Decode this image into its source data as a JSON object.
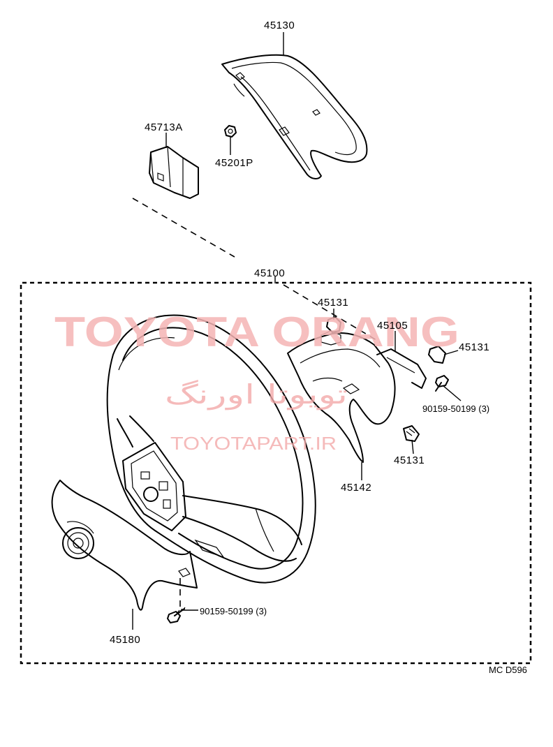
{
  "watermark": {
    "brand": "TOYOTA ORANG",
    "persian": "تویوتا اورنگ",
    "url": "TOYOTAPART.IR"
  },
  "parts": {
    "p45130": "45130",
    "p45713A": "45713A",
    "p45201P": "45201P",
    "p45100": "45100",
    "p45131_top": "45131",
    "p45105": "45105",
    "p45131_right": "45131",
    "p90159_right": "90159-50199 (3)",
    "p45142": "45142",
    "p45131_bottom": "45131",
    "p90159_bottom": "90159-50199 (3)",
    "p45180": "45180"
  },
  "diagram_code": "MC D596"
}
